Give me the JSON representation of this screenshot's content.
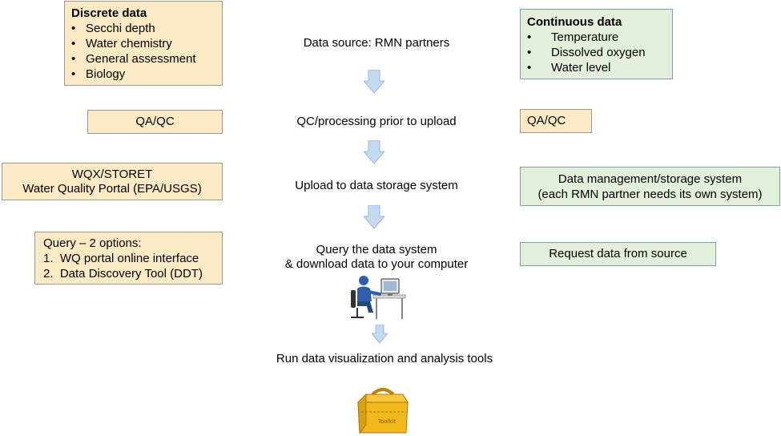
{
  "left": {
    "discrete": {
      "title": "Discrete data",
      "items": [
        "Secchi depth",
        "Water chemistry",
        "General assessment",
        "Biology"
      ]
    },
    "qaqc": "QA/QC",
    "storage": [
      "WQX/STORET",
      "Water Quality Portal (EPA/USGS)"
    ],
    "query": {
      "title": "Query – 2 options:",
      "items": [
        "1.  WQ portal online interface",
        "2.  Data Discovery Tool (DDT)"
      ]
    }
  },
  "center": {
    "steps": [
      "Data source: RMN partners",
      "QC/processing prior to upload",
      "Upload to data storage system",
      "Query the data system",
      "& download data to your computer",
      "Run data visualization and analysis tools"
    ],
    "toolbox_label": "Toolkit"
  },
  "right": {
    "continuous": {
      "title": "Continuous data",
      "items": [
        "Temperature",
        "Dissolved oxygen",
        "Water level"
      ]
    },
    "qaqc": "QA/QC",
    "storage": [
      "Data management/storage system",
      "(each RMN partner needs its own system)"
    ],
    "request": "Request data from source"
  },
  "colors": {
    "yellow_box": "#fbeac4",
    "green_box": "#e2efda",
    "arrow": "#c5d9f1"
  }
}
